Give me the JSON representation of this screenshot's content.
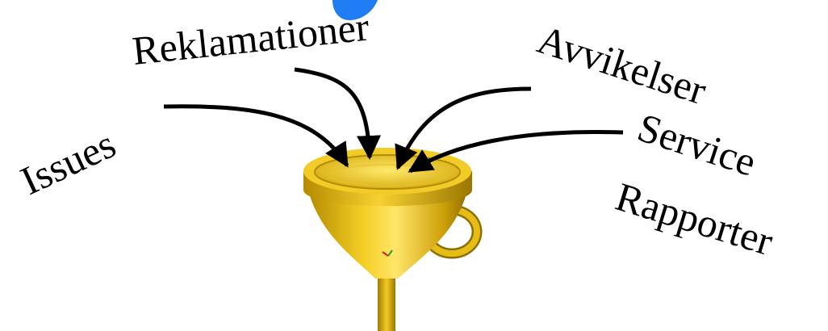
{
  "labels": {
    "issues": "Issues",
    "reklamationer": "Reklamationer",
    "avvikelser": "Avvikelser",
    "service": "Service",
    "rapporter": "Rapporter"
  },
  "colors": {
    "funnel_light": "#ffe24a",
    "funnel_mid": "#e0b70c",
    "funnel_dark": "#8f6e00",
    "blue_fragment": "#1f7cf2",
    "arrow": "#000000"
  }
}
